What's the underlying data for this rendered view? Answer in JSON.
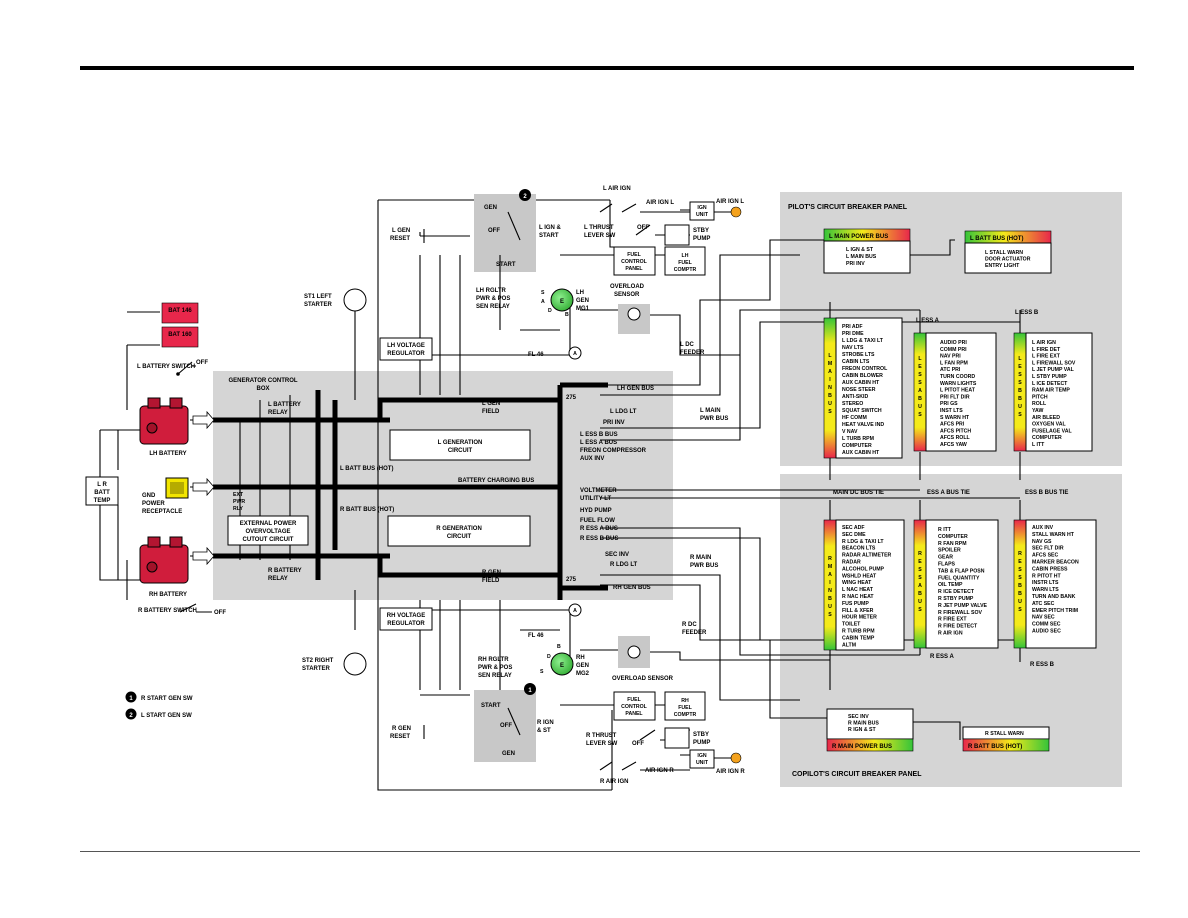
{
  "generator_control_box": "GENERATOR CONTROL BOX",
  "pilot_panel": {
    "title": "PILOT'S CIRCUIT BREAKER PANEL",
    "l_main_power_bus": "L MAIN POWER BUS",
    "l_main_power_items": [
      "L IGN & ST",
      "L MAIN BUS",
      "PRI INV"
    ],
    "l_batt_bus": "L BATT BUS (HOT)",
    "l_batt_items": [
      "L STALL WARN",
      "DOOR ACTUATOR",
      "ENTRY LIGHT"
    ],
    "l_main_bus_vertical": "L MAIN BUS",
    "l_main_bus_items": [
      "PRI ADF",
      "PRI DME",
      "L LDG & TAXI LT",
      "NAV LTS",
      "STROBE LTS",
      "CABIN LTS",
      "FREON CONTROL",
      "CABIN BLOWER",
      "AUX CABIN HT",
      "NOSE STEER",
      "ANTI-SKID",
      "STEREO",
      "SQUAT SWITCH",
      "HF COMM",
      "HEAT VALVE IND",
      "V NAV",
      "L TURB RPM",
      "COMPUTER",
      "AUX CABIN HT"
    ],
    "l_ess_a_label": "L ESS A",
    "l_ess_a_vertical": "L ESS A BUS",
    "l_ess_a_items": [
      "AUDIO PRI",
      "COMM PRI",
      "NAV PRI",
      "L FAN RPM",
      "ATC PRI",
      "TURN COORD",
      "WARN LIGHTS",
      "L PITOT HEAT",
      "PRI FLT DIR",
      "PRI GS",
      "INST LTS",
      "S WARN HT",
      "AFCS PRI",
      "AFCS PITCH",
      "AFCS ROLL",
      "AFCS YAW"
    ],
    "l_ess_b_label": "L ESS B",
    "l_ess_b_vertical": "L ESS B BUS",
    "l_ess_b_items": [
      "L AIR IGN",
      "L FIRE DET",
      "L FIRE EXT",
      "L FIREWALL SOV",
      "L JET PUMP VAL",
      "L STBY PUMP",
      "L ICE DETECT",
      "RAM AIR TEMP",
      "PITCH",
      "ROLL",
      "YAW",
      "AIR BLEED",
      "OXYGEN VAL",
      "FUSELAGE VAL",
      "COMPUTER",
      "L ITT"
    ]
  },
  "copilot_panel": {
    "title": "COPILOT'S CIRCUIT BREAKER PANEL",
    "r_main_power_bus": "R MAIN POWER BUS",
    "r_main_power_items": [
      "SEC INV",
      "R MAIN BUS",
      "R IGN & ST"
    ],
    "r_batt_bus": "R BATT BUS (HOT)",
    "r_batt_items": [
      "R STALL WARN"
    ],
    "r_main_bus_vertical": "R MAIN BUS",
    "r_main_bus_items": [
      "SEC ADF",
      "SEC DME",
      "R LDG & TAXI LT",
      "BEACON LTS",
      "RADAR ALTIMETER",
      "RADAR",
      "ALCOHOL PUMP",
      "WSHLD HEAT",
      "WING HEAT",
      "L NAC HEAT",
      "R NAC HEAT",
      "FUS PUMP",
      "FILL & XFER",
      "HOUR METER",
      "TOILET",
      "R TURB RPM",
      "CABIN TEMP",
      "ALTM"
    ],
    "r_ess_a_label": "R ESS A",
    "r_ess_a_vertical": "R ESS A BUS",
    "r_ess_a_items": [
      "R ITT",
      "COMPUTER",
      "R FAN RPM",
      "SPOILER",
      "GEAR",
      "FLAPS",
      "TAB & FLAP POSN",
      "FUEL QUANTITY",
      "OIL TEMP",
      "R ICE DETECT",
      "R STBY PUMP",
      "R JET PUMP VALVE",
      "R FIREWALL SOV",
      "R FIRE EXT",
      "R FIRE DETECT",
      "R AIR IGN"
    ],
    "r_ess_b_label": "R ESS B",
    "r_ess_b_vertical": "R ESS B BUS",
    "r_ess_b_items": [
      "AUX INV",
      "STALL WARN HT",
      "NAV GS",
      "SEC FLT DIR",
      "AFCS SEC",
      "MARKER BEACON",
      "CABIN PRESS",
      "R PITOT HT",
      "INSTR LTS",
      "WARN LTS",
      "TURN AND BANK",
      "ATC SEC",
      "EMER PITCH TRIM",
      "NAV SEC",
      "COMM SEC",
      "AUDIO SEC"
    ]
  },
  "ties": {
    "main_dc": "MAIN DC BUS TIE",
    "ess_a": "ESS A BUS TIE",
    "ess_b": "ESS B BUS TIE"
  },
  "labels": {
    "bat_146": "BAT 146",
    "bat_160": "BAT 160",
    "l_battery_switch": "L BATTERY SWITCH",
    "off": "OFF",
    "lh_battery": "LH BATTERY",
    "rh_battery": "RH BATTERY",
    "r_battery_switch": "R BATTERY SWITCH",
    "lr_batt_temp": "L R BATT TEMP",
    "gnd_power": "GND POWER RECEPTACLE",
    "l_battery_relay": "L BATTERY RELAY",
    "r_battery_relay": "R BATTERY RELAY",
    "ext_pwr_rly": "EXT PWR RLY",
    "ext_power_box": "EXTERNAL POWER OVERVOLTAGE CUTOUT CIRCUIT",
    "l_gen_reset": "L GEN RESET",
    "r_gen_reset": "R GEN RESET",
    "st1": "ST1 LEFT STARTER",
    "st2": "ST2 RIGHT STARTER",
    "lh_volt_reg": "LH VOLTAGE REGULATOR",
    "rh_volt_reg": "RH VOLTAGE REGULATOR",
    "l_gen_circuit": "L GENERATION CIRCUIT",
    "r_gen_circuit": "R GENERATION CIRCUIT",
    "l_batt_bus_hot": "L BATT BUS (HOT)",
    "r_batt_bus_hot": "R BATT BUS (HOT)",
    "battery_charging_bus": "BATTERY CHARGING BUS",
    "gen": "GEN",
    "off_sw": "OFF",
    "start": "START",
    "l_ign_start": "L IGN & START",
    "r_ign_st": "R IGN & ST",
    "l_air_ign": "L AIR IGN",
    "air_ign_l": "AIR IGN L",
    "air_ign_l_lamp": "AIR IGN L",
    "r_air_ign": "R AIR IGN",
    "air_ign_r": "AIR IGN R",
    "air_ign_r_lamp": "AIR IGN R",
    "ign_unit": "IGN UNIT",
    "l_thrust": "L THRUST LEVER SW",
    "r_thrust": "R THRUST LEVER SW",
    "stby_pump": "STBY PUMP",
    "fuel_control_panel": "FUEL CONTROL PANEL",
    "lh_fuel_comptr": "LH FUEL COMPTR",
    "rh_fuel_comptr": "RH FUEL COMPTR",
    "lh_rgltr": "LH RGLTR PWR & POS SEN RELAY",
    "rh_rgltr": "RH RGLTR PWR & POS SEN RELAY",
    "lh_gen_mg1": "LH GEN MG1",
    "rh_gen_mg2": "RH GEN MG2",
    "gen_e": "E",
    "overload_sensor": "OVERLOAD SENSOR",
    "l_dc_feeder": "L DC FEEDER",
    "r_dc_feeder": "R DC FEEDER",
    "fl46": "FL 46",
    "a_point": "A",
    "l_gen_field": "L GEN FIELD",
    "r_gen_field": "R GEN FIELD",
    "lh_gen_bus": "LH GEN BUS",
    "rh_gen_bus": "RH GEN BUS",
    "l_ldg_lt": "L LDG LT",
    "r_ldg_lt": "R LDG LT",
    "pri_inv": "PRI INV",
    "sec_inv": "SEC INV",
    "l_main_pwr_bus": "L MAIN PWR BUS",
    "r_main_pwr_bus": "R MAIN PWR BUS",
    "n275": "275",
    "l_ess_b_bus": "L ESS B BUS",
    "l_ess_a_bus": "L ESS A BUS",
    "freon_comp": "FREON COMPRESSOR",
    "aux_inv": "AUX INV",
    "voltmeter": "VOLTMETER",
    "utility_lt": "UTILITY LT",
    "hyd_pump": "HYD PUMP",
    "fuel_flow": "FUEL FLOW",
    "r_ess_a_bus": "R ESS A BUS",
    "r_ess_b_bus": "R ESS B BUS",
    "legend_1": "R START GEN SW",
    "legend_2": "L START GEN SW",
    "num1": "1",
    "num2": "2",
    "terminal_s": "S",
    "terminal_a": "A",
    "terminal_d": "D",
    "terminal_b": "B",
    "lr_left": "L",
    "lr_right": "R",
    "batt": "BATT",
    "temp": "TEMP"
  },
  "colors": {
    "bat_label": "#e8274b",
    "bus_red": "#e8274b",
    "bus_yellow": "#f4ea1a",
    "bus_green": "#35c43a",
    "gen_green": "#3ec93f",
    "lamp": "#f4a21d",
    "gray": "#d5d5d5",
    "gray_dark": "#bdbdbd"
  }
}
